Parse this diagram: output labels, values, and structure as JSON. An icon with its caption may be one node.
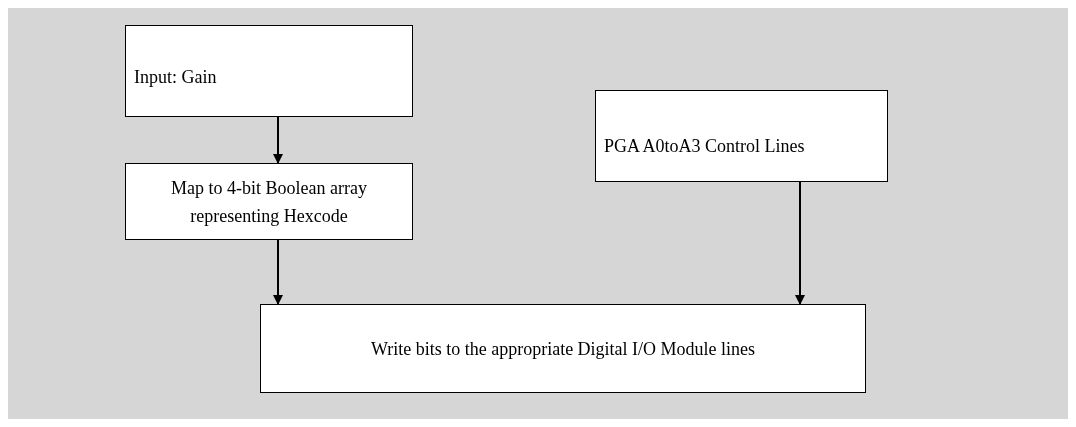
{
  "diagram": {
    "nodes": [
      {
        "text": [
          "Input: Gain"
        ]
      },
      {
        "text": [
          "Map to 4-bit Boolean array representing Hexcode"
        ]
      },
      {
        "text": [
          "PGA A0toA3 Control Lines"
        ]
      },
      {
        "text": [
          "Write bits to the appropriate Digital I/O Module lines"
        ]
      }
    ],
    "edges": [
      {
        "from": 0,
        "to": 1,
        "arrow": "to"
      },
      {
        "from": 1,
        "to": 3,
        "arrow": "to"
      },
      {
        "from": 2,
        "to": 3,
        "arrow": "to"
      }
    ]
  }
}
